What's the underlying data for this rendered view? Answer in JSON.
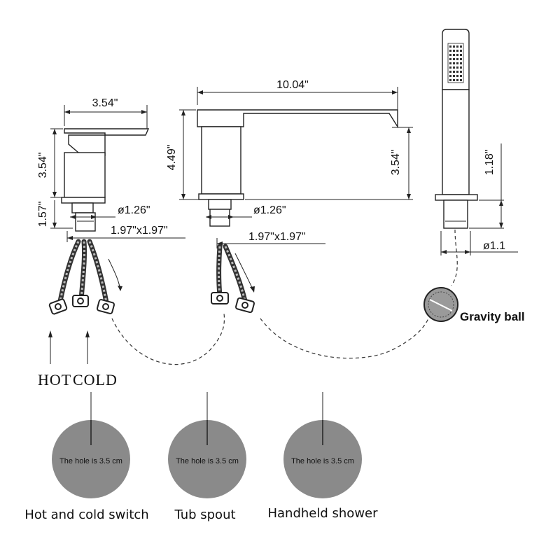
{
  "dimensions": {
    "switch_width": "3.54\"",
    "switch_height": "3.54\"",
    "switch_base_height": "1.57\"",
    "switch_diameter": "ø1.26\"",
    "switch_hose_size": "1.97\"x1.97\"",
    "spout_length": "10.04\"",
    "spout_height": "4.49\"",
    "spout_reach_height": "3.54\"",
    "spout_diameter": "ø1.26\"",
    "spout_hose_size": "1.97\"x1.97\"",
    "shower_height": "1.18\"",
    "shower_diameter": "ø1.1"
  },
  "labels": {
    "hot": "HOT",
    "cold": "COLD",
    "gravity_ball": "Gravity ball"
  },
  "holes": [
    {
      "note": "The hole is 3.5 cm",
      "caption": "Hot and cold switch"
    },
    {
      "note": "The hole is 3.5 cm",
      "caption": "Tub spout"
    },
    {
      "note": "The hole is 3.5 cm",
      "caption": "Handheld shower"
    }
  ],
  "colors": {
    "hole_fill": "#8a8a8a",
    "line": "#222222"
  }
}
